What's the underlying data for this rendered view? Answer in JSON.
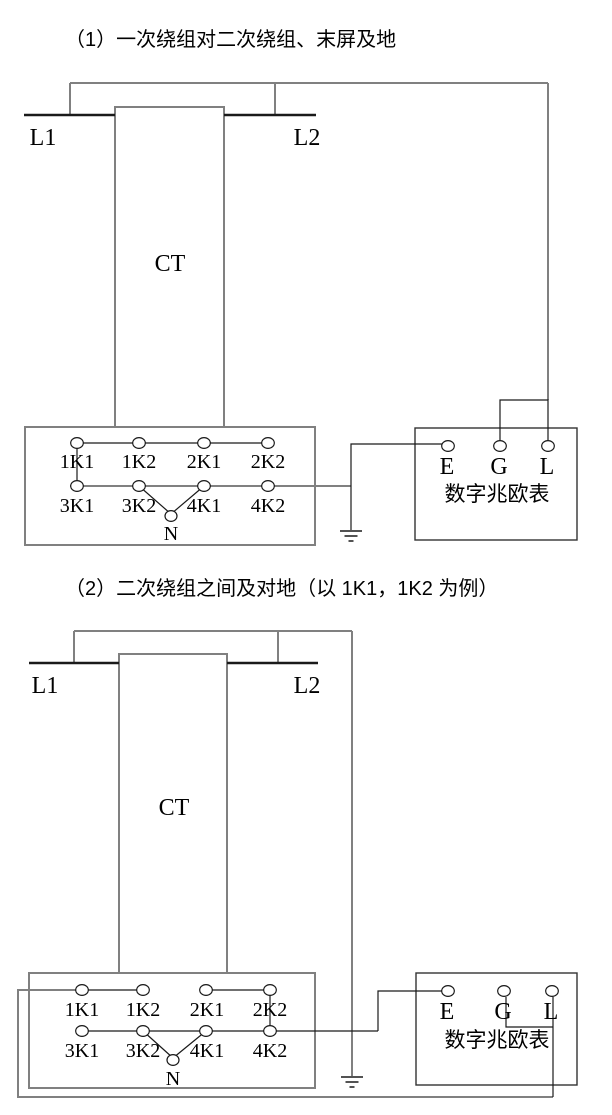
{
  "colors": {
    "wire": "#1a1a1a",
    "bus": "#808080",
    "box": "#333333"
  },
  "section1": {
    "title": "（1）一次绕组对二次绕组、末屏及地",
    "primary": {
      "left": "L1",
      "right": "L2"
    },
    "ct_label": "CT",
    "terminals": {
      "row1": [
        "1K1",
        "1K2",
        "2K1",
        "2K2"
      ],
      "row2": [
        "3K1",
        "3K2",
        "4K1",
        "4K2"
      ],
      "neutral": "N"
    },
    "meter": {
      "terminals": [
        "E",
        "G",
        "L"
      ],
      "name": "数字兆欧表"
    }
  },
  "section2": {
    "title": "（2）二次绕组之间及对地（以 1K1，1K2 为例）",
    "primary": {
      "left": "L1",
      "right": "L2"
    },
    "ct_label": "CT",
    "terminals": {
      "row1": [
        "1K1",
        "1K2",
        "2K1",
        "2K2"
      ],
      "row2": [
        "3K1",
        "3K2",
        "4K1",
        "4K2"
      ],
      "neutral": "N"
    },
    "meter": {
      "terminals": [
        "E",
        "G",
        "L"
      ],
      "name": "数字兆欧表"
    }
  }
}
